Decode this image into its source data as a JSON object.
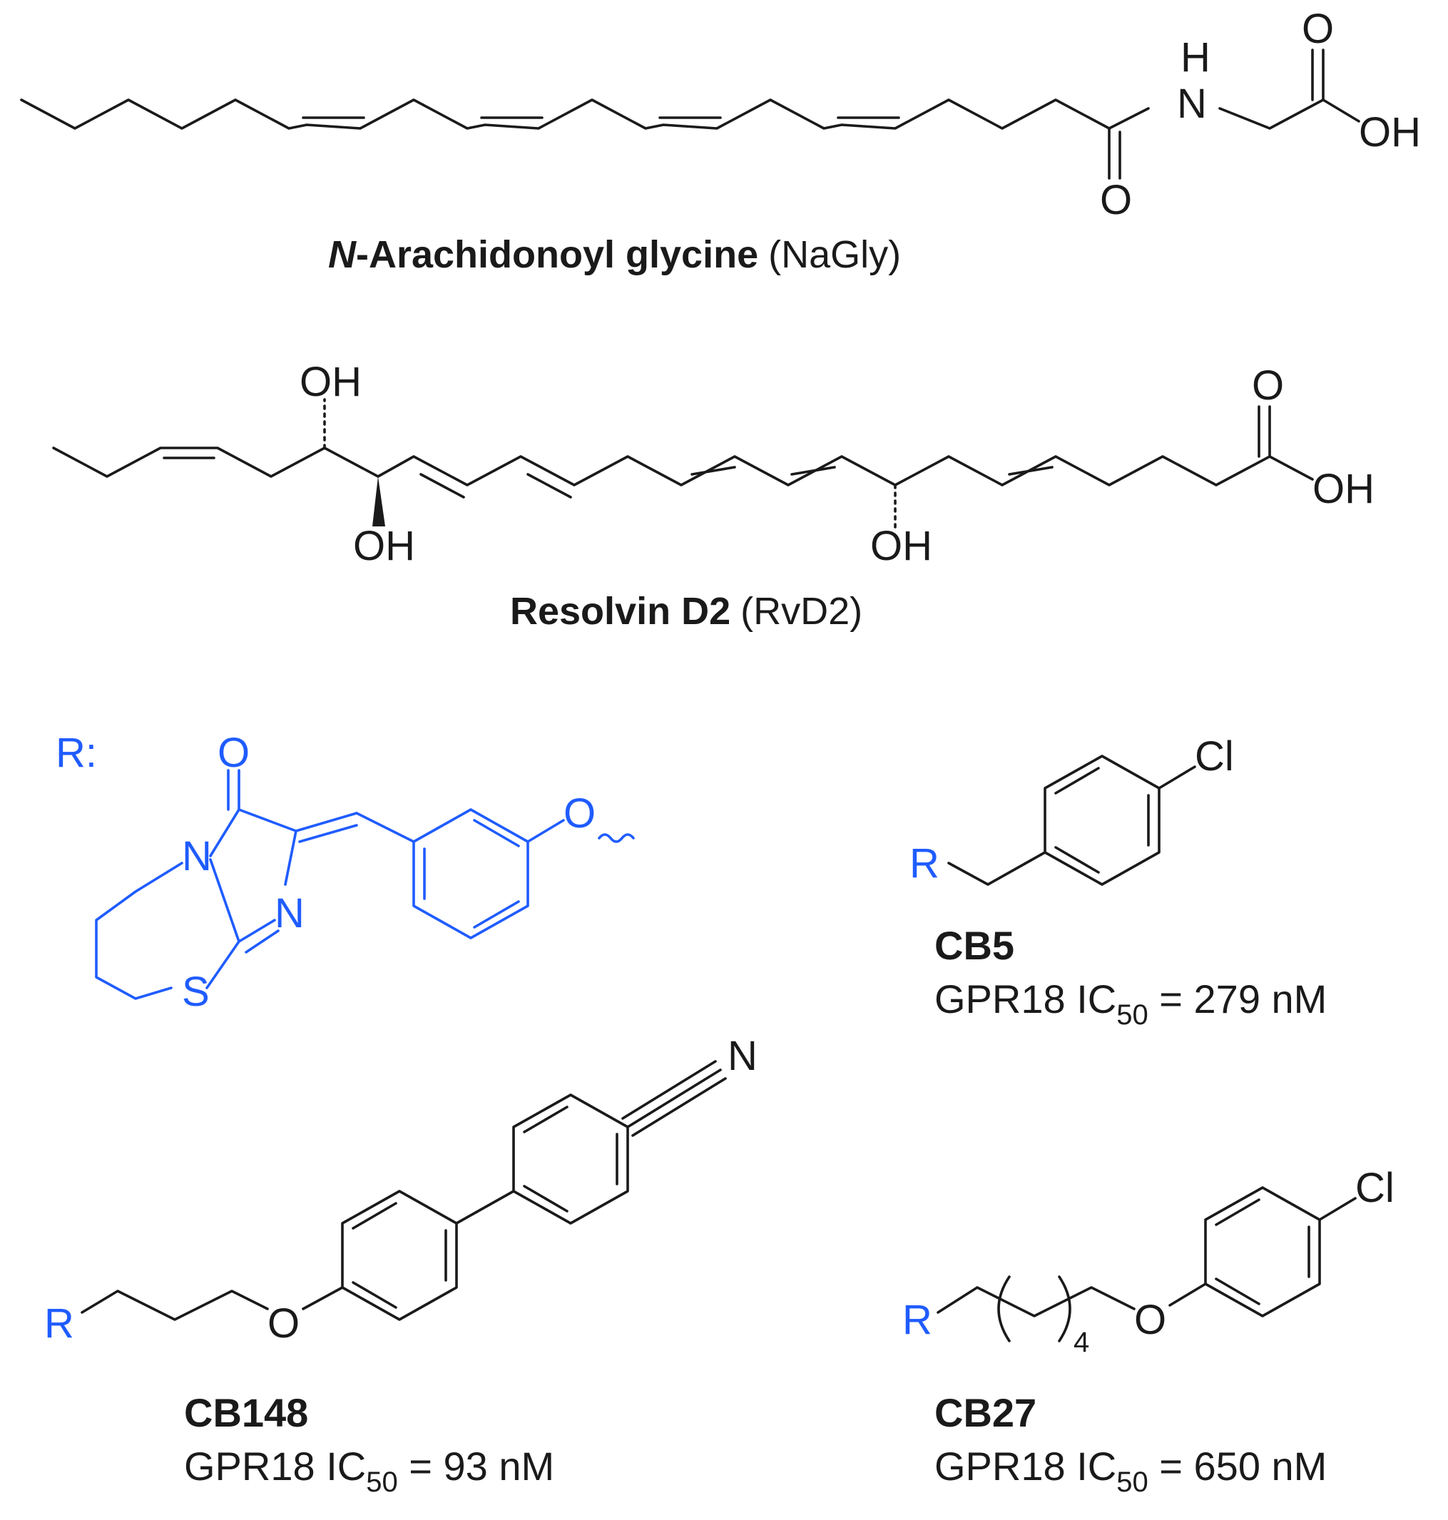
{
  "naglY": {
    "name_bold_italic": "N",
    "name_bold": "-Arachidonoyl glycine",
    "name_abbrev": "(NaGly)",
    "atoms": {
      "O_top": "O",
      "OH": "OH",
      "H": "H",
      "N": "N",
      "O_amide": "O"
    }
  },
  "rvd2": {
    "name_bold": "Resolvin D2",
    "name_abbrev": "(RvD2)",
    "atoms": {
      "OH_top": "OH",
      "OH_left": "OH",
      "OH_mid": "OH",
      "O_acid": "O",
      "OH_acid": "OH"
    }
  },
  "r_group": {
    "label": "R:",
    "atoms": {
      "O": "O",
      "N1": "N",
      "N2": "N",
      "S": "S",
      "O_link": "O"
    },
    "color": "#1f5cff"
  },
  "cb5": {
    "R": "R",
    "Cl": "Cl",
    "name": "CB5",
    "ic50_prefix": "GPR18 IC",
    "ic50_sub": "50",
    "ic50_value": " = 279 nM"
  },
  "cb148": {
    "R": "R",
    "O": "O",
    "N": "N",
    "name": "CB148",
    "ic50_prefix": "GPR18 IC",
    "ic50_sub": "50",
    "ic50_value": " = 93 nM"
  },
  "cb27": {
    "R": "R",
    "O": "O",
    "Cl": "Cl",
    "repeat": "4",
    "name": "CB27",
    "ic50_prefix": "GPR18 IC",
    "ic50_sub": "50",
    "ic50_value": " = 650 nM"
  }
}
